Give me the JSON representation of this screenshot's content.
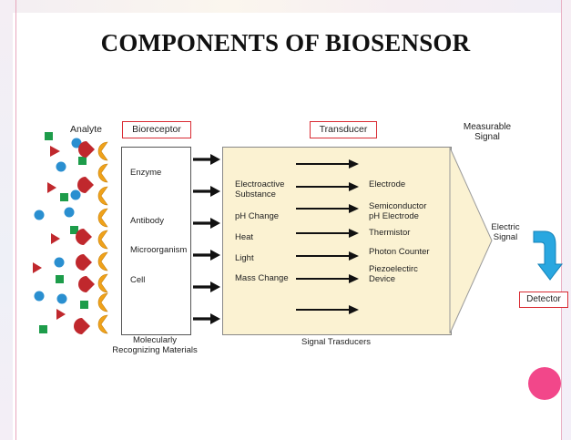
{
  "title": "COMPONENTS OF BIOSENSOR",
  "headers": {
    "analyte": "Analyte",
    "bioreceptor": "Bioreceptor",
    "transducer": "Transducer",
    "measurable_signal": [
      "Measurable",
      "Signal"
    ]
  },
  "bioreceptor_items": [
    "Enzyme",
    "Antibody",
    "Microorganism",
    "Cell"
  ],
  "bioreceptor_caption": [
    "Molecularly",
    "Recognizing Materials"
  ],
  "signals": [
    [
      "Electroactive",
      "Substance"
    ],
    [
      "pH Change"
    ],
    [
      "Heat"
    ],
    [
      "Light"
    ],
    [
      "Mass Change"
    ]
  ],
  "transducer_types": [
    [
      "Electrode"
    ],
    [
      "Semiconductor",
      "pH Electrode"
    ],
    [
      "Thermistor"
    ],
    [
      "Photon Counter"
    ],
    [
      "Piezoelectirc",
      "Device"
    ]
  ],
  "transducer_caption": "Signal Trasducers",
  "output_signal": [
    "Electric",
    "Signal"
  ],
  "detector": "Detector",
  "colors": {
    "title": "#111111",
    "box_border": "#d92b33",
    "transducer_fill": "#fbf2d2",
    "receptor_shape": "#f0a21a",
    "analyte_red": "#c0282d",
    "analyte_blue": "#2a8fd0",
    "analyte_green": "#1d9c4a",
    "down_arrow": "#29a7e0",
    "accent_dot": "#f2478a"
  }
}
